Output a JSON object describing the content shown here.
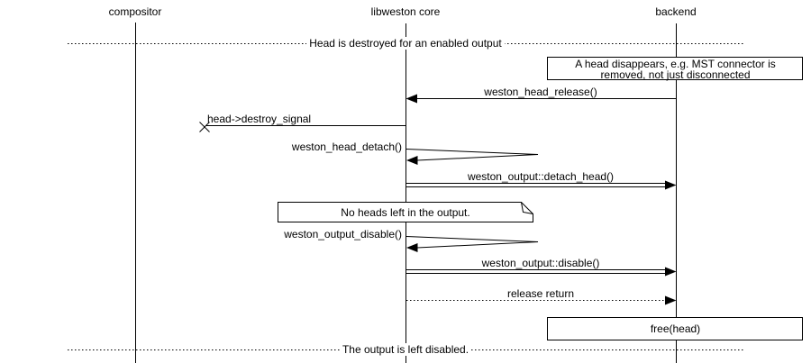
{
  "participants": {
    "compositor": "compositor",
    "libweston": "libweston core",
    "backend": "backend"
  },
  "dividers": {
    "top": "Head is destroyed for an enabled output",
    "bottom": "The output is left disabled."
  },
  "notes": {
    "disappear_line1": "A head disappears, e.g. MST connector is",
    "disappear_line2": "removed, not just disconnected",
    "no_heads": "No heads left in the output."
  },
  "messages": {
    "head_release": "weston_head_release()",
    "destroy_signal": "head->destroy_signal",
    "head_detach": "weston_head_detach()",
    "detach_head": "weston_output::detach_head()",
    "output_disable": "weston_output_disable()",
    "disable": "weston_output::disable()",
    "release_return": "release return",
    "free_head": "free(head)"
  },
  "colors": {
    "stroke": "#000000",
    "fill": "#ffffff"
  }
}
